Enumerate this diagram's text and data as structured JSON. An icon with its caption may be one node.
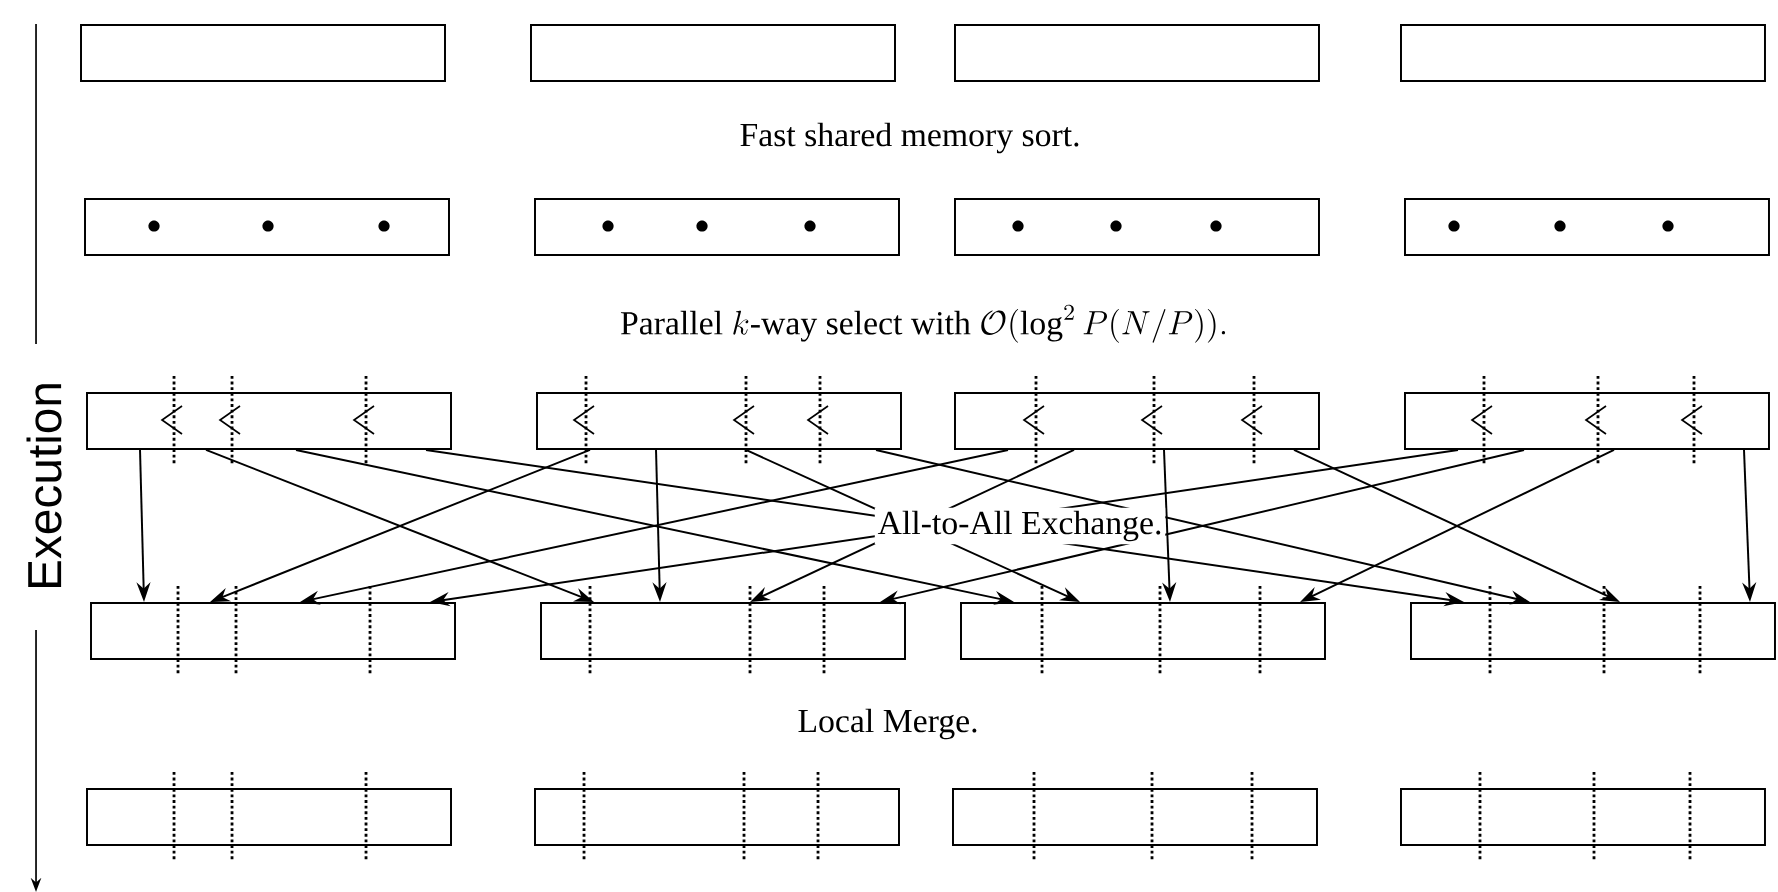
{
  "diagram": {
    "nodes": [
      {
        "text": [],
        "shape": "box"
      },
      {
        "text": [],
        "shape": "box"
      },
      {
        "text": [],
        "shape": "box"
      },
      {
        "text": [],
        "shape": "box"
      },
      {
        "text": [],
        "shape": "box"
      },
      {
        "text": [],
        "shape": "box"
      },
      {
        "text": [],
        "shape": "box"
      },
      {
        "text": [],
        "shape": "box"
      },
      {
        "text": [],
        "shape": "box"
      },
      {
        "text": [],
        "shape": "box"
      },
      {
        "text": [],
        "shape": "box"
      },
      {
        "text": [],
        "shape": "box"
      },
      {
        "text": [],
        "shape": "box"
      },
      {
        "text": [],
        "shape": "box"
      },
      {
        "text": [],
        "shape": "box"
      },
      {
        "text": [],
        "shape": "box"
      },
      {
        "text": [],
        "shape": "box"
      },
      {
        "text": [],
        "shape": "box"
      },
      {
        "text": [],
        "shape": "box"
      },
      {
        "text": [],
        "shape": "box"
      }
    ],
    "edges": [
      {
        "from": 8,
        "to": 12,
        "arrow": "to"
      },
      {
        "from": 8,
        "to": 13,
        "arrow": "to"
      },
      {
        "from": 8,
        "to": 14,
        "arrow": "to"
      },
      {
        "from": 8,
        "to": 15,
        "arrow": "to"
      },
      {
        "from": 9,
        "to": 12,
        "arrow": "to"
      },
      {
        "from": 9,
        "to": 13,
        "arrow": "to"
      },
      {
        "from": 9,
        "to": 14,
        "arrow": "to"
      },
      {
        "from": 9,
        "to": 15,
        "arrow": "to"
      },
      {
        "from": 10,
        "to": 12,
        "arrow": "to"
      },
      {
        "from": 10,
        "to": 13,
        "arrow": "to"
      },
      {
        "from": 10,
        "to": 14,
        "arrow": "to"
      },
      {
        "from": 10,
        "to": 15,
        "arrow": "to"
      },
      {
        "from": 11,
        "to": 12,
        "arrow": "to"
      },
      {
        "from": 11,
        "to": 13,
        "arrow": "to"
      },
      {
        "from": 11,
        "to": 14,
        "arrow": "to"
      },
      {
        "from": 11,
        "to": 15,
        "arrow": "to"
      }
    ],
    "labels": [
      "Fast shared memory sort.",
      "\\text{Parallel }k\\text{-way select with }\\mathcal{O}(\\log^2 P(N/P)).",
      "Execution",
      "All-to-All Exchange.",
      "Local Merge."
    ]
  }
}
